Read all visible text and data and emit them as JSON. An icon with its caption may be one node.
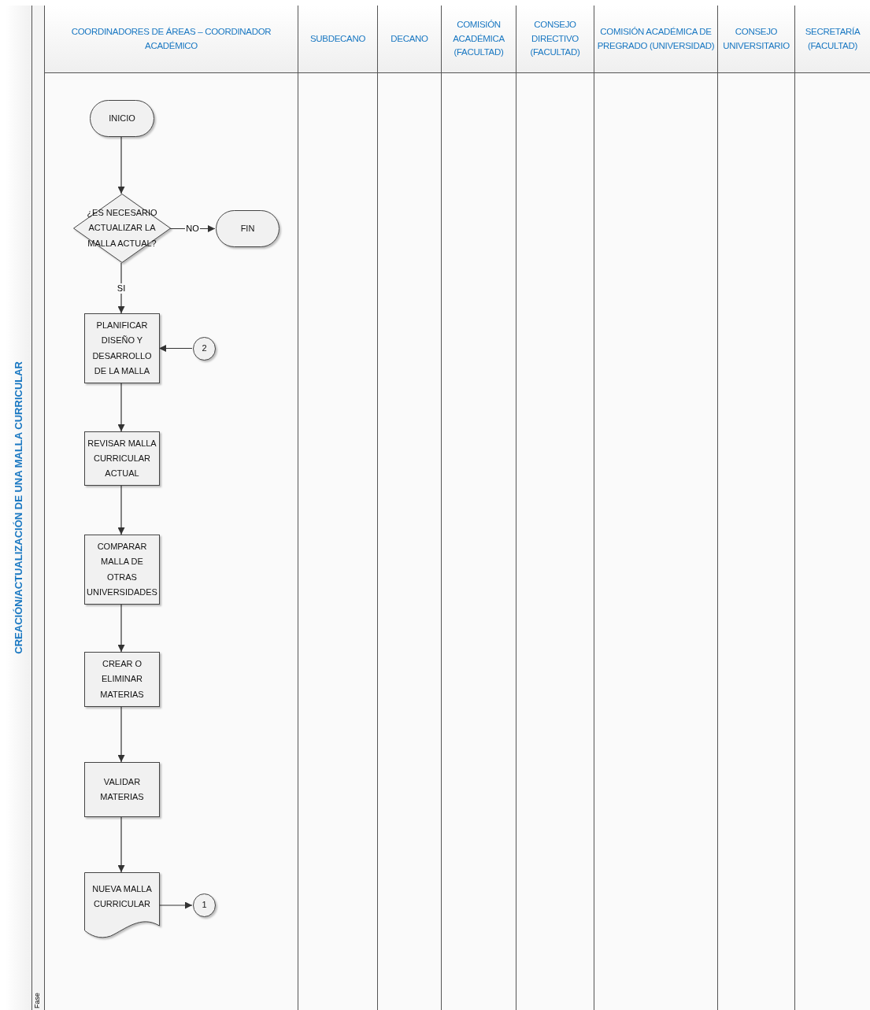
{
  "diagram": {
    "nodes": [
      {
        "text": [
          "CREACIÓN/ACTUALIZACIÓN DE UNA MALLA CURRICULAR"
        ]
      },
      {
        "text": [
          "COORDINADORES DE ÁREAS – COORDINADOR ACADÉMICO"
        ]
      },
      {
        "text": [
          "SUBDECANO"
        ]
      },
      {
        "text": [
          "DECANO"
        ]
      },
      {
        "text": [
          "COMISIÓN ACADÉMICA (FACULTAD)"
        ]
      },
      {
        "text": [
          "CONSEJO DIRECTIVO (FACULTAD)"
        ]
      },
      {
        "text": [
          "COMISIÓN ACADÉMICA DE PREGRADO (UNIVERSIDAD)"
        ]
      },
      {
        "text": [
          "CONSEJO UNIVERSITARIO"
        ]
      },
      {
        "text": [
          "SECRETARÍA (FACULTAD)"
        ]
      },
      {
        "text": [
          "INICIO"
        ],
        "in": 1
      },
      {
        "text": [
          "¿ES NECESARIO ACTUALIZAR LA MALLA ACTUAL?"
        ],
        "in": 1
      },
      {
        "text": [
          "FIN"
        ],
        "in": 1
      },
      {
        "text": [
          "PLANIFICAR DISEÑO Y DESARROLLO DE LA MALLA"
        ],
        "in": 1
      },
      {
        "text": [
          "2"
        ],
        "in": 1
      },
      {
        "text": [
          "REVISAR MALLA CURRICULAR ACTUAL"
        ],
        "in": 1
      },
      {
        "text": [
          "COMPARAR MALLA DE OTRAS UNIVERSIDADES"
        ],
        "in": 1
      },
      {
        "text": [
          "CREAR O ELIMINAR MATERIAS"
        ],
        "in": 1
      },
      {
        "text": [
          "VALIDAR MATERIAS"
        ],
        "in": 1
      },
      {
        "text": [
          "NUEVA MALLA CURRICULAR"
        ],
        "in": 1
      },
      {
        "text": [
          "1"
        ],
        "in": 1
      }
    ],
    "edges": [
      {
        "from": 9,
        "to": 10,
        "arrow": "to"
      },
      {
        "from": 10,
        "to": 11,
        "arrow": "to",
        "label": "NO"
      },
      {
        "from": 10,
        "to": 12,
        "arrow": "to",
        "label": "SI"
      },
      {
        "from": 13,
        "to": 12,
        "arrow": "to"
      },
      {
        "from": 12,
        "to": 14,
        "arrow": "to"
      },
      {
        "from": 14,
        "to": 15,
        "arrow": "to"
      },
      {
        "from": 15,
        "to": 16,
        "arrow": "to"
      },
      {
        "from": 16,
        "to": 17,
        "arrow": "to"
      },
      {
        "from": 17,
        "to": 18,
        "arrow": "to"
      },
      {
        "from": 18,
        "to": 19,
        "arrow": "to"
      }
    ],
    "labels": [
      "Fase"
    ]
  }
}
